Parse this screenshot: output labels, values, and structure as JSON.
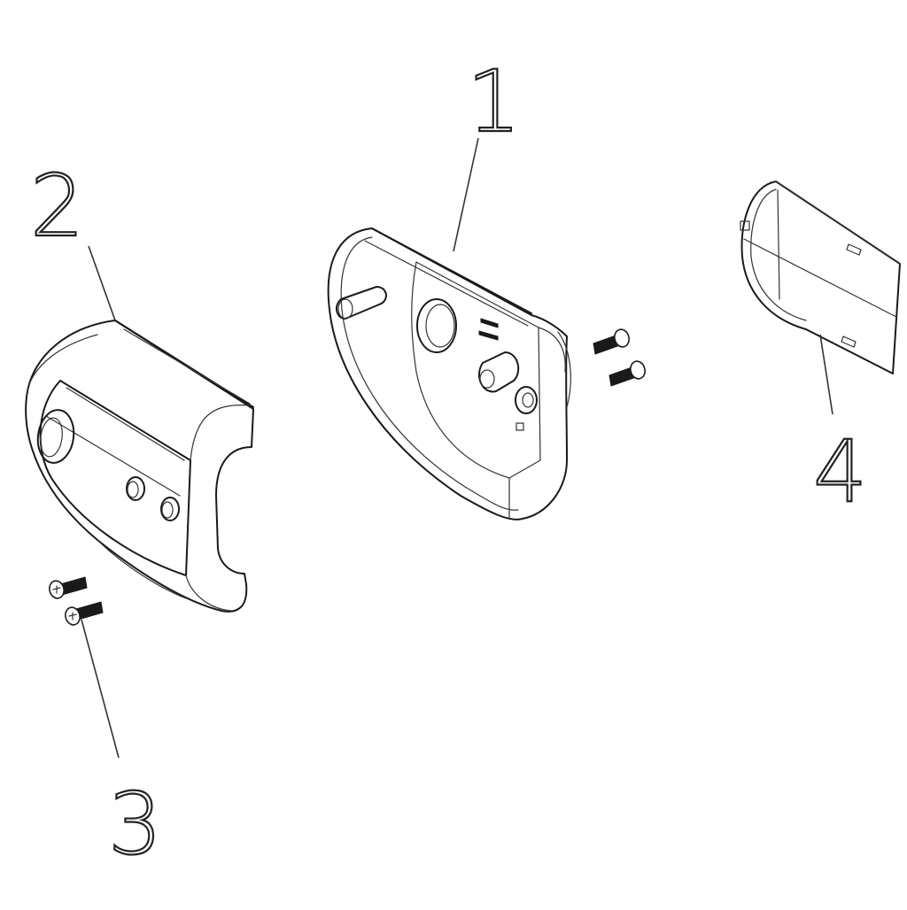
{
  "diagram": {
    "callouts": [
      {
        "id": "1",
        "label": "1"
      },
      {
        "id": "2",
        "label": "2"
      },
      {
        "id": "3",
        "label": "3"
      },
      {
        "id": "4",
        "label": "4"
      }
    ],
    "parts": [
      {
        "id": "1",
        "name": "base-housing"
      },
      {
        "id": "2",
        "name": "front-cover"
      },
      {
        "id": "3",
        "name": "screws"
      },
      {
        "id": "4",
        "name": "side-lid"
      }
    ],
    "colors": {
      "line": "#1a1a1a",
      "background": "#ffffff"
    }
  }
}
